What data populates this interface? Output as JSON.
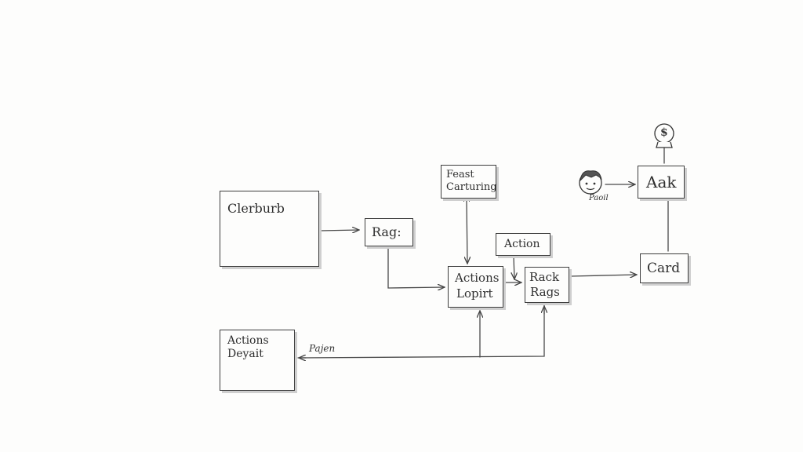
{
  "diagram": {
    "nodes": {
      "clerburb": {
        "title": "Clerburb",
        "lines": 4
      },
      "rag": {
        "label": "Rag:"
      },
      "feast": {
        "line1": "Feast",
        "line2": "Carturing"
      },
      "action": {
        "label": "Action"
      },
      "actions_lopirt": {
        "line1": "Actions",
        "line2": "Lopirt"
      },
      "rack_rags": {
        "line1": "Rack",
        "line2": "Rags"
      },
      "aak": {
        "label": "Aak"
      },
      "card": {
        "label": "Card"
      },
      "actions_deyait": {
        "line1": "Actions",
        "line2": "Deyait",
        "lines": 3
      }
    },
    "person": {
      "label": "Paoil"
    },
    "money_icon": {
      "symbol": "$"
    },
    "edge_label": {
      "text": "Pajen"
    }
  },
  "colors": {
    "ink": "#3d3d3d",
    "shadow": "#cfcfcf",
    "paper": "#fdfdfc"
  }
}
